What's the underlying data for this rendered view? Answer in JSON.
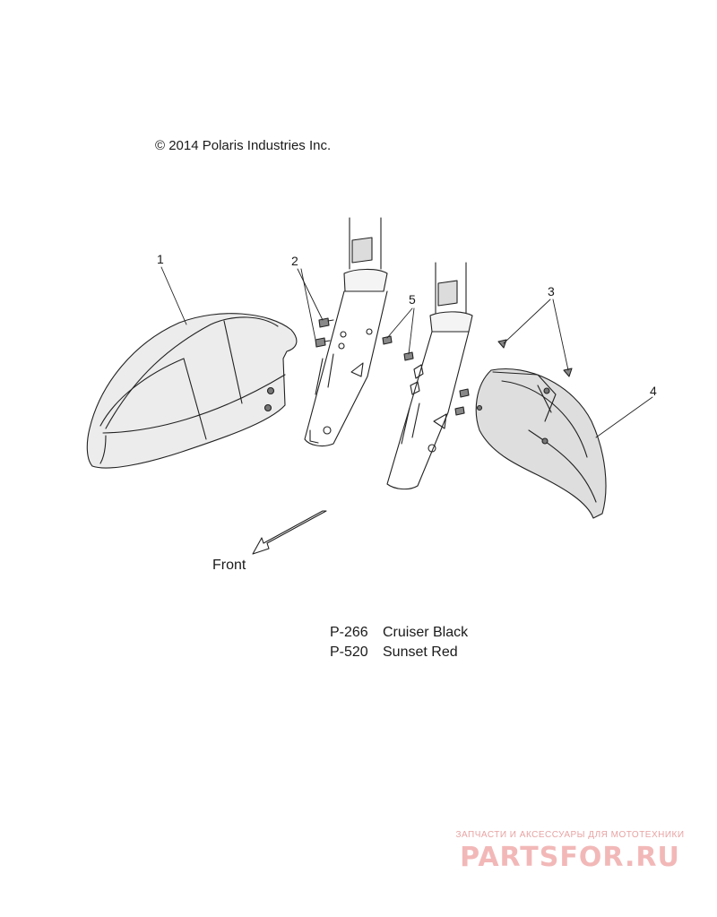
{
  "copyright": "© 2014 Polaris Industries Inc.",
  "callouts": [
    "1",
    "2",
    "3",
    "4",
    "5"
  ],
  "direction_label": "Front",
  "colors": [
    {
      "code": "P-266",
      "name": "Cruiser Black"
    },
    {
      "code": "P-520",
      "name": "Sunset Red"
    }
  ],
  "watermark": {
    "tagline": "ЗАПЧАСТИ И АКСЕССУАРЫ ДЛЯ МОТОТЕХНИКИ",
    "logo": "PARTSFOR.RU"
  }
}
